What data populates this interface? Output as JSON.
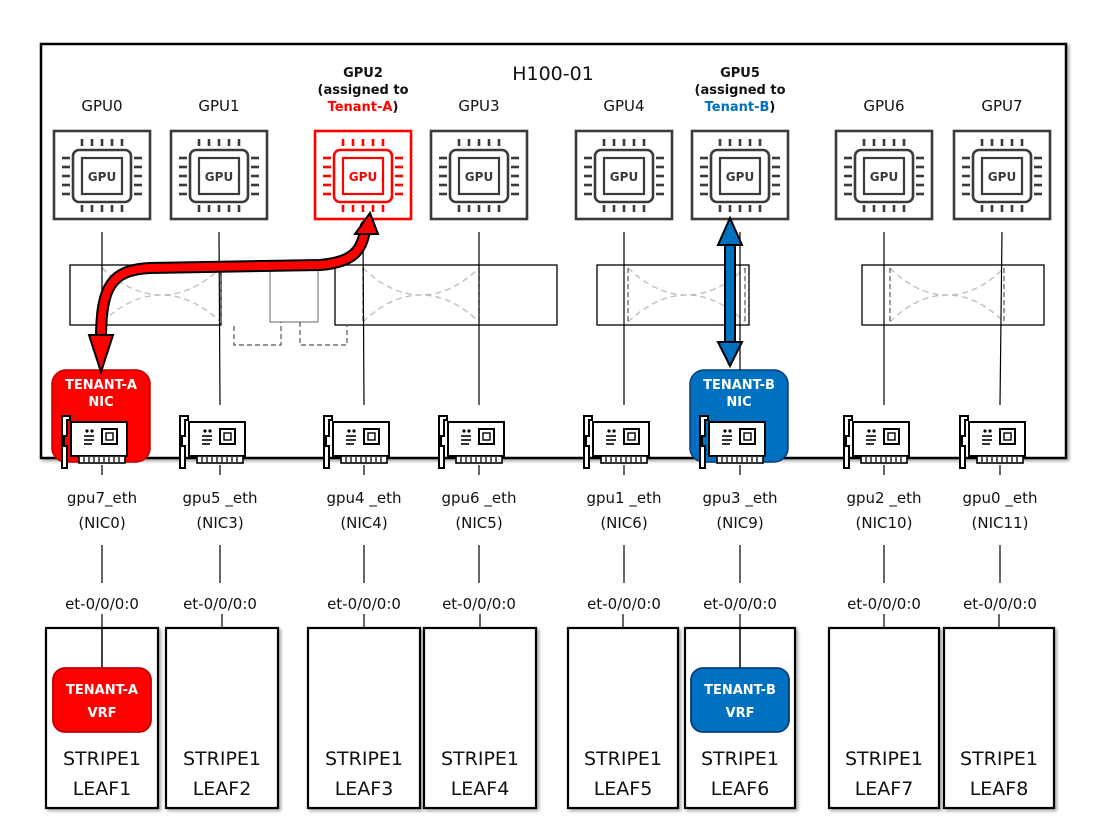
{
  "server": {
    "title": "H100-01"
  },
  "colors": {
    "tenant_a": "#ff0000",
    "tenant_b": "#0070c0",
    "tenant_a_text": "#ff0000",
    "tenant_b_text": "#0070c0",
    "icon": "#3a3a3a"
  },
  "gpus": [
    {
      "label": "GPU0",
      "icon_text": "GPU",
      "assigned": null
    },
    {
      "label": "GPU1",
      "icon_text": "GPU",
      "assigned": null
    },
    {
      "label": "GPU2",
      "icon_text": "GPU",
      "assigned": "Tenant-A",
      "assigned_prefix": "(assigned to",
      "assigned_suffix": ")"
    },
    {
      "label": "GPU3",
      "icon_text": "GPU",
      "assigned": null
    },
    {
      "label": "GPU4",
      "icon_text": "GPU",
      "assigned": null
    },
    {
      "label": "GPU5",
      "icon_text": "GPU",
      "assigned": "Tenant-B",
      "assigned_prefix": "(assigned to",
      "assigned_suffix": ")"
    },
    {
      "label": "GPU6",
      "icon_text": "GPU",
      "assigned": null
    },
    {
      "label": "GPU7",
      "icon_text": "GPU",
      "assigned": null
    }
  ],
  "nics": [
    {
      "name": "gpu7_eth",
      "id": "(NIC0)",
      "port": "et-0/0/0:0",
      "tenant": "TENANT-A",
      "tenant_tag": "NIC"
    },
    {
      "name": "gpu5 _eth",
      "id": "(NIC3)",
      "port": "et-0/0/0:0",
      "tenant": null
    },
    {
      "name": "gpu4 _eth",
      "id": "(NIC4)",
      "port": "et-0/0/0:0",
      "tenant": null
    },
    {
      "name": "gpu6 _eth",
      "id": "(NIC5)",
      "port": "et-0/0/0:0",
      "tenant": null
    },
    {
      "name": "gpu1 _eth",
      "id": "(NIC6)",
      "port": "et-0/0/0:0",
      "tenant": null
    },
    {
      "name": "gpu3 _eth",
      "id": "(NIC9)",
      "port": "et-0/0/0:0",
      "tenant": "TENANT-B",
      "tenant_tag": "NIC"
    },
    {
      "name": "gpu2 _eth",
      "id": "(NIC10)",
      "port": "et-0/0/0:0",
      "tenant": null
    },
    {
      "name": "gpu0 _eth",
      "id": "(NIC11)",
      "port": "et-0/0/0:0",
      "tenant": null
    }
  ],
  "leaves": [
    {
      "line1": "STRIPE1",
      "line2": "LEAF1",
      "vrf": "TENANT-A",
      "vrf_tag": "VRF"
    },
    {
      "line1": "STRIPE1",
      "line2": "LEAF2",
      "vrf": null
    },
    {
      "line1": "STRIPE1",
      "line2": "LEAF3",
      "vrf": null
    },
    {
      "line1": "STRIPE1",
      "line2": "LEAF4",
      "vrf": null
    },
    {
      "line1": "STRIPE1",
      "line2": "LEAF5",
      "vrf": null
    },
    {
      "line1": "STRIPE1",
      "line2": "LEAF6",
      "vrf": "TENANT-B",
      "vrf_tag": "VRF"
    },
    {
      "line1": "STRIPE1",
      "line2": "LEAF7",
      "vrf": null
    },
    {
      "line1": "STRIPE1",
      "line2": "LEAF8",
      "vrf": null
    }
  ],
  "paths": [
    {
      "name": "tenant-a-path",
      "from": "GPU2",
      "to": "TENANT-A NIC (NIC0)",
      "direction": "bidirectional"
    },
    {
      "name": "tenant-b-path",
      "from": "GPU5",
      "to": "TENANT-B NIC (NIC9)",
      "direction": "bidirectional"
    }
  ]
}
